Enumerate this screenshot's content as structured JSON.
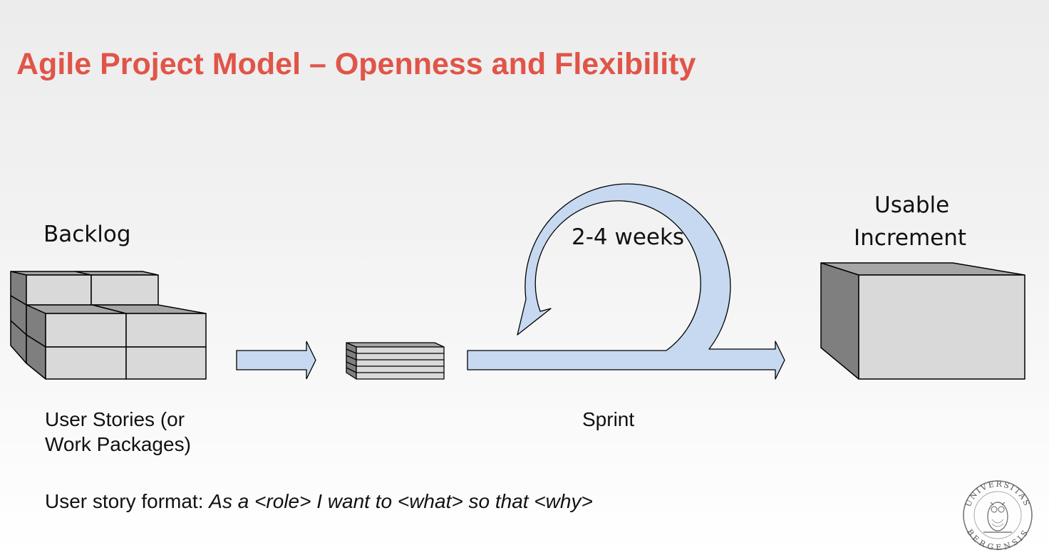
{
  "slide": {
    "title": "Agile Project Model – Openness and Flexibility",
    "backlog_label": "Backlog",
    "user_stories_label": [
      "User Stories (or",
      "Work Packages)"
    ],
    "cycle_label": "2-4 weeks",
    "sprint_label": "Sprint",
    "increment_label": [
      "Usable",
      "Increment"
    ],
    "story_format": {
      "prefix": "User story format: ",
      "template": "As a <role> I want to <what> so that <why>"
    },
    "seal_text": [
      "UNIVERSITAS",
      "BERGENSIS"
    ]
  },
  "colors": {
    "title": "#e05548",
    "arrow_fill": "#c6d9f1",
    "box_face": "#d9d9d9",
    "box_side": "#7f7f7f",
    "box_top": "#a6a6a6"
  }
}
